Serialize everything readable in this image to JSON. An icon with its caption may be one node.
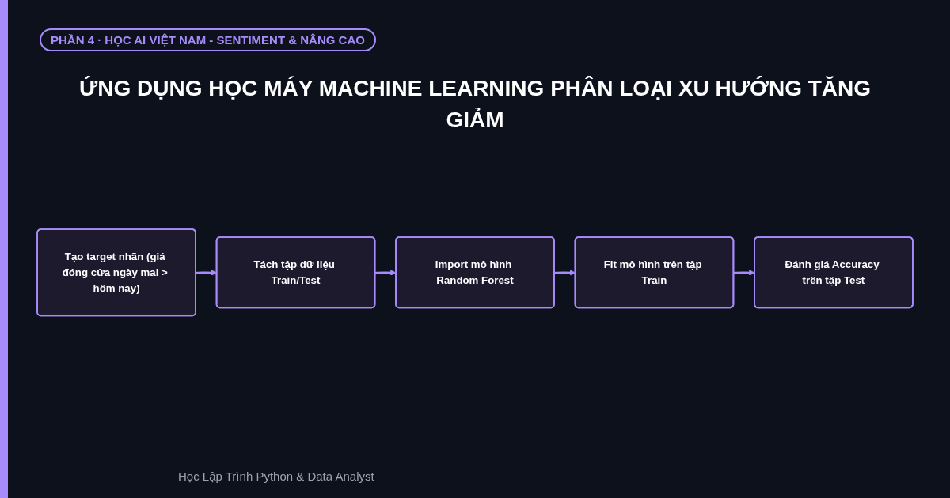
{
  "diagram": {
    "title": "ỨNG DỤNG HỌC MÁY MACHINE LEARNING PHÂN LOẠI XU HƯỚNG TĂNG GIẢM",
    "nodes": [
      {
        "text": [
          "Tạo target nhãn (giá đóng cửa ngày mai > hôm nay)"
        ]
      },
      {
        "text": [
          "Tách tập dữ liệu Train/Test"
        ]
      },
      {
        "text": [
          "Import mô hình Random Forest"
        ]
      },
      {
        "text": [
          "Fit mô hình trên tập Train"
        ]
      },
      {
        "text": [
          "Đánh giá Accuracy trên tập Test"
        ]
      }
    ],
    "edges": [
      {
        "from": 0,
        "to": 1,
        "arrow": "to"
      },
      {
        "from": 1,
        "to": 2,
        "arrow": "to"
      },
      {
        "from": 2,
        "to": 3,
        "arrow": "to"
      },
      {
        "from": 3,
        "to": 4,
        "arrow": "to"
      }
    ],
    "labels": [
      "PHẦN 4 · HỌC AI VIỆT NAM - SENTIMENT & NÂNG CAO",
      "Học Lập Trình Python & Data Analyst"
    ]
  }
}
